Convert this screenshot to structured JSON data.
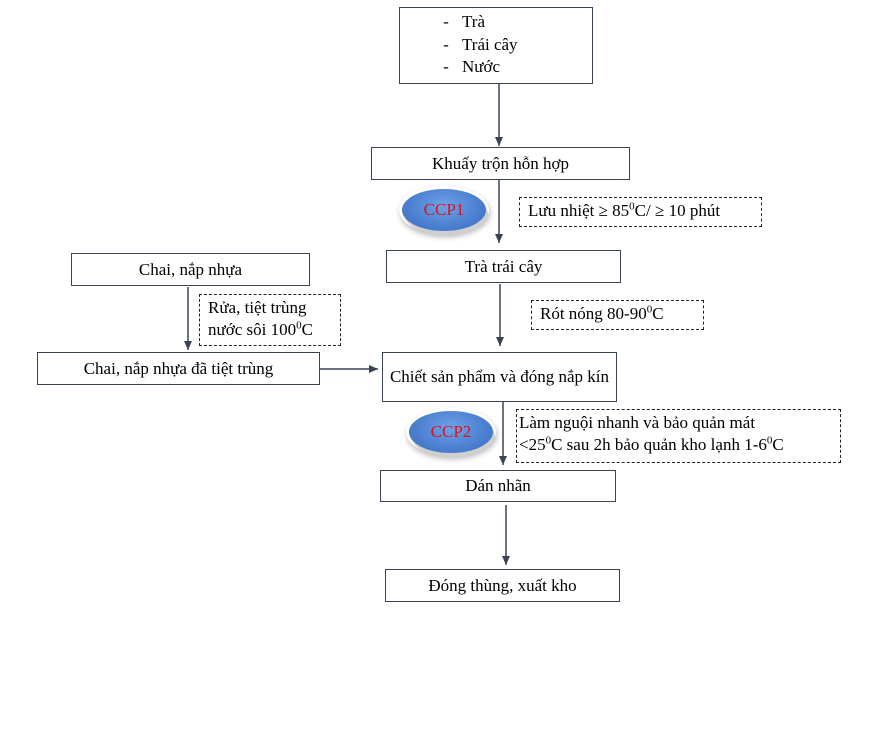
{
  "ingredients": [
    "Trà",
    "Trái cây",
    "Nước"
  ],
  "steps": {
    "mix": "Khuấy trộn hỗn hợp",
    "fruit_tea": "Trà trái cây",
    "fill": "Chiết sản phẩm và đóng nắp kín",
    "label": "Dán nhãn",
    "pack": "Đóng thùng, xuất kho",
    "bottle": "Chai, nắp nhựa",
    "bottle_sterile": "Chai, nắp nhựa đã tiệt trùng"
  },
  "ccp": {
    "ccp1": "CCP1",
    "ccp2": "CCP2"
  },
  "notes": {
    "ccp1_a": "Lưu nhiệt ≥ 85",
    "ccp1_sup": "0",
    "ccp1_b": "C/ ≥ 10 phút",
    "hot_fill_a": "Rót nóng 80-90",
    "hot_fill_sup": "0",
    "hot_fill_b": "C",
    "wash_line1": "Rửa, tiệt trùng",
    "wash_line2_a": "nước sôi 100",
    "wash_line2_sup": "0",
    "wash_line2_b": "C",
    "cool_line1": "Làm nguội nhanh và bảo quản mát",
    "cool_line2_a": "<25",
    "cool_line2_sup1": "0",
    "cool_line2_b": "C sau 2h bảo quản kho lạnh 1-6",
    "cool_line2_sup2": "0",
    "cool_line2_c": "C"
  }
}
